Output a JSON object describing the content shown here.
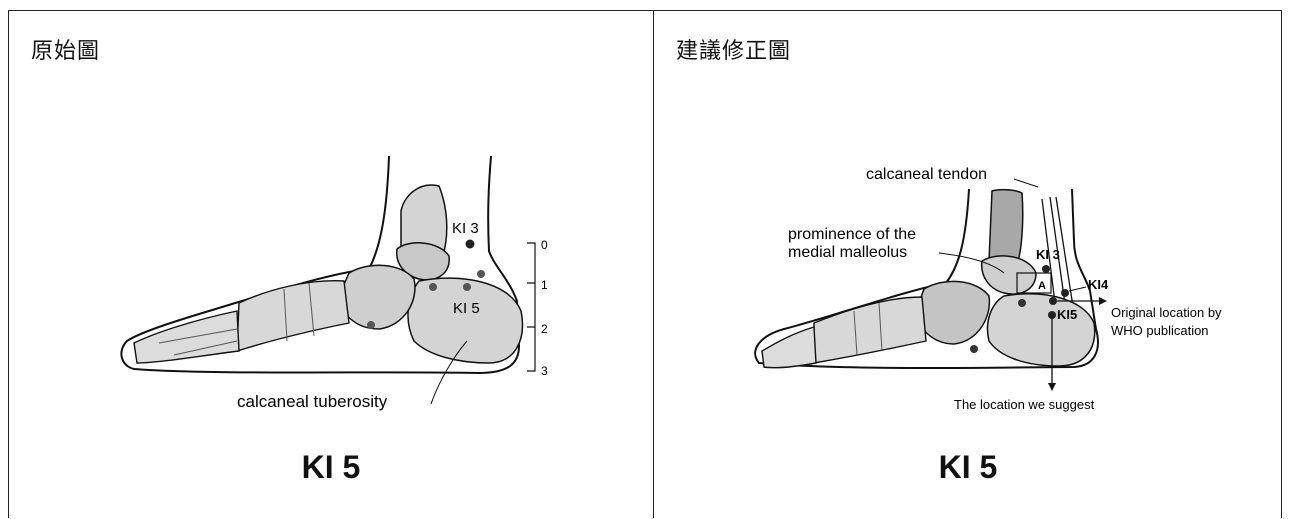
{
  "left": {
    "title": "原始圖",
    "labels": {
      "point_ki3": "KI 3",
      "point_ki5": "KI 5",
      "tuberosity": "calcaneal tuberosity"
    },
    "scale_ticks": [
      "0",
      "1",
      "2",
      "3"
    ],
    "caption": "KI 5"
  },
  "right": {
    "title": "建議修正圖",
    "labels": {
      "tendon": "calcaneal tendon",
      "prominence_line1": "prominence of the",
      "prominence_line2": "medial malleolus",
      "point_ki3": "KI 3",
      "point_ki4": "KI4",
      "point_ki5": "KI5",
      "inner_a": "A",
      "original_line1": "Original location by",
      "original_line2": "WHO publication",
      "suggest": "The location we suggest"
    },
    "caption": "KI 5"
  },
  "colors": {
    "bone_fill": "#d4d4d4",
    "bone_dark": "#a8a8a8",
    "ink": "#111111",
    "point": "#222222"
  }
}
